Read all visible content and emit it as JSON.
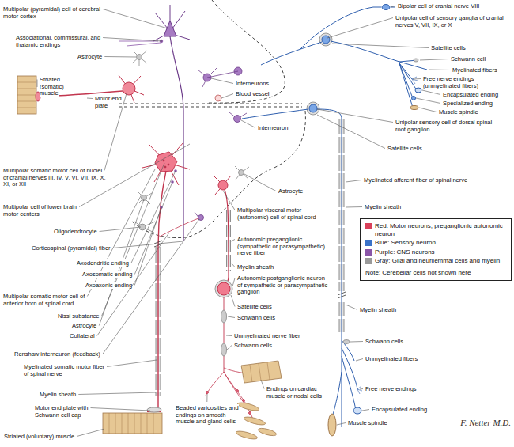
{
  "diagram": {
    "labels": [
      "Multipolar (pyramidal) cell of cerebral motor cortex",
      "Associational, commissural, and thalamic endings",
      "Astrocyte",
      "Striated (somatic) muscle",
      "Motor end plate",
      "Multipolar somatic motor cell of nuclei of cranial nerves III, IV, V, VI, VII, IX, X, XI, or XII",
      "Multipolar cell of lower brain motor centers",
      "Oligodendrocyte",
      "Corticospinal (pyramidal) fiber",
      "Axodendritic ending",
      "Axosomatic ending",
      "Axoaxonic ending",
      "Multipolar somatic motor cell of anterior horn of spinal cord",
      "Nissl substance",
      "Astrocyte",
      "Collateral",
      "Renshaw interneuron (feedback)",
      "Myelinated somatic motor fiber of spinal nerve",
      "Myelin sheath",
      "Motor end plate with Schwann cell cap",
      "Striated (voluntary) muscle",
      "Interneurons",
      "Blood vessel",
      "Interneuron",
      "Astrocyte",
      "Multipolar visceral motor (autonomic) cell of spinal cord",
      "Autonomic preganglionic (sympathetic or parasympathetic) nerve fiber",
      "Myelin sheath",
      "Autonomic postganglionic neuron of sympathetic or parasympathetic ganglion",
      "Satellite cells",
      "Schwann cells",
      "Unmyelinated nerve fiber",
      "Schwann cells",
      "Endings on cardiac muscle or nodal cells",
      "Beaded varicosities and endings on smooth muscle and gland cells",
      "Bipolar cell of cranial nerve VIII",
      "Unipolar cell of sensory ganglia of cranial nerves V, VII, IX, or X",
      "Satellite cells",
      "Schwann cell",
      "Myelinated fibers",
      "Free nerve endings (unmyelinated fibers)",
      "Encapsulated ending",
      "Specialized ending",
      "Muscle spindle",
      "Unipolar sensory cell of dorsal spinal root ganglion",
      "Satellite cells",
      "Myelinated afferent fiber of spinal nerve",
      "Myelin sheath",
      "Myelin sheath",
      "Schwann cells",
      "Unmyelinated fibers",
      "Free nerve endings",
      "Encapsulated ending",
      "Muscle spindle",
      "Note: Cerebellar cells not shown here",
      "F. Netter M.D."
    ],
    "legend": [
      {
        "text": "Red: Motor neurons, preganglionic autonomic neuron",
        "color": "#d9405a"
      },
      {
        "text": "Blue: Sensory neuron",
        "color": "#3a72c8"
      },
      {
        "text": "Purple: CNS neurons",
        "color": "#8a55a8"
      },
      {
        "text": "Gray: Glial and neurilemmal cells and myelin",
        "color": "#9a9a9a"
      }
    ]
  }
}
